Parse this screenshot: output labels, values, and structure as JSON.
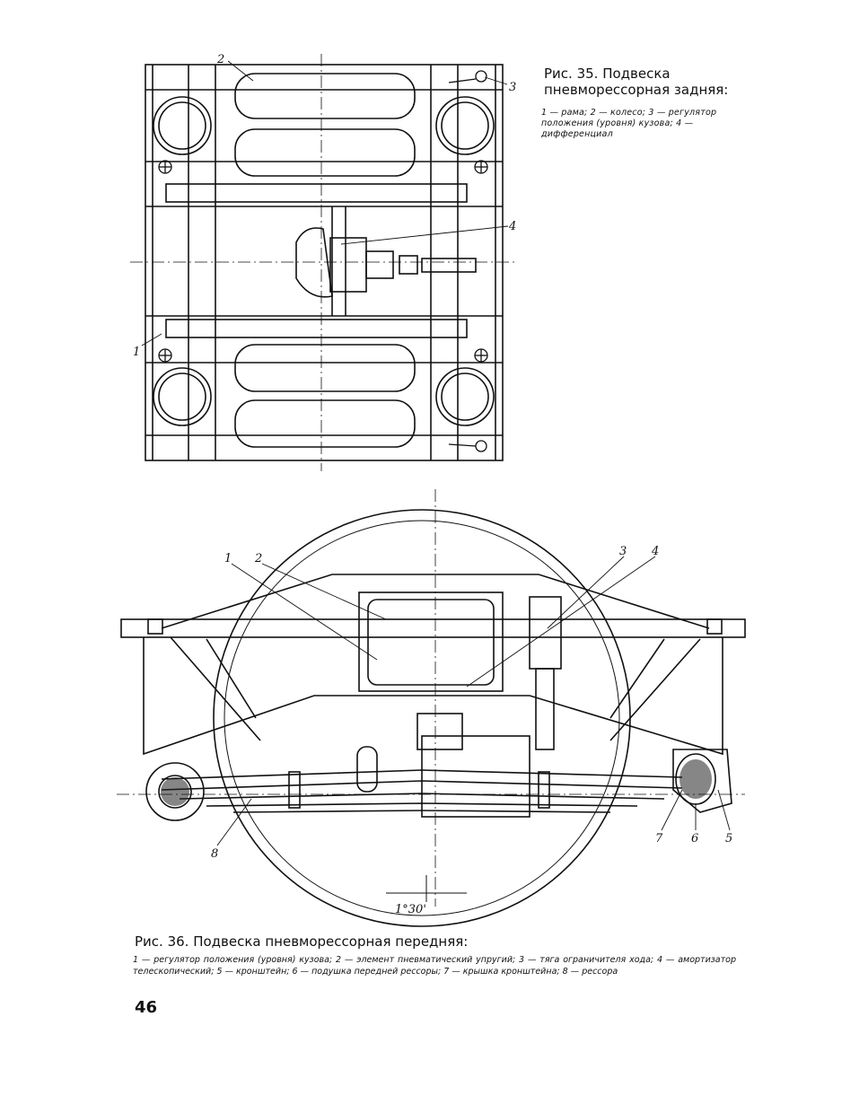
{
  "figure35": {
    "caption_title": "Рис. 35. Подвеска пневморессорная задняя:",
    "caption_legend": "1 — рама; 2 — колесо; 3 — регулятор положения (уровня) кузова; 4 — дифференциал",
    "callouts": [
      "1",
      "2",
      "3",
      "4"
    ]
  },
  "figure36": {
    "caption_title": "Рис. 36. Подвеска пневморессорная передняя:",
    "caption_legend": "1 — регулятор положения (уровня) кузова; 2 — элемент пневматический упругий; 3 — тяга ограничителя хода; 4 — амортизатор телескопический; 5 — кронштейн; 6 — подушка передней рессоры; 7 — крышка кронштейна; 8 — рессора",
    "callouts": [
      "1",
      "2",
      "3",
      "4",
      "5",
      "6",
      "7",
      "8"
    ],
    "angle_label": "1°30'"
  },
  "page_number": "46"
}
